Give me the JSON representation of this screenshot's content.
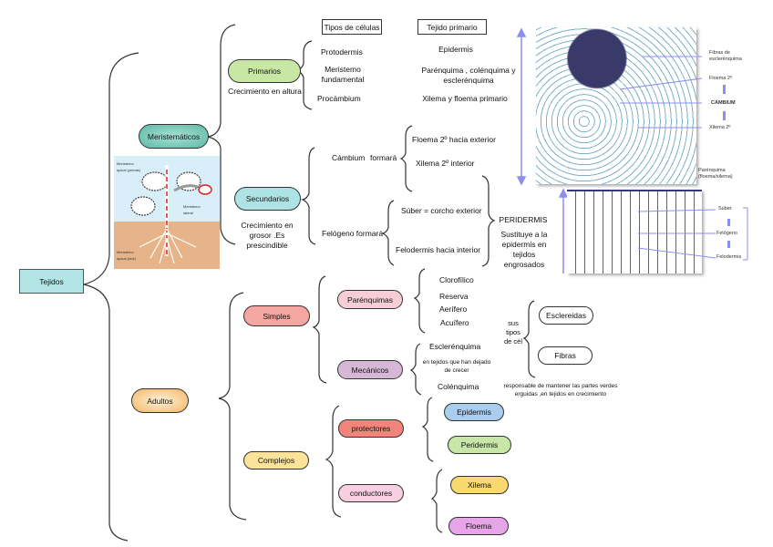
{
  "root": {
    "label": "Tejidos"
  },
  "meristematicos": {
    "label": "Meristemáticos",
    "primarios": {
      "label": "Primarios",
      "note": "Crecimiento en altura",
      "headers": {
        "cell_types": "Tipos de células",
        "primary_tissue": "Tejido primario"
      },
      "rows": [
        {
          "cell": "Protodermis",
          "tissue": "Epidermis"
        },
        {
          "cell": "Meristemo fundamental",
          "tissue": "Parénquima , colénquima y esclerénquima"
        },
        {
          "cell": "Procámbium",
          "tissue": "Xilema y floema primario"
        }
      ]
    },
    "secundarios": {
      "label": "Secundarios",
      "note": "Crecimiento en grosor .Es prescindible",
      "cambium": {
        "label": "Cámbium",
        "verb": "formará",
        "outputs": [
          "Floema 2º hacia exterior",
          "Xilema 2º interior"
        ]
      },
      "felogeno": {
        "label": "Felógeno formará",
        "outputs": [
          "Súber = corcho exterior",
          "Felodermis hacia interior"
        ]
      },
      "peridermis": {
        "title": "PERIDERMIS",
        "desc": "Sustituye a la epidermis en tejidos engrosados"
      }
    },
    "plant_image": {
      "alt": "plant-meristem-diagram",
      "labels": [
        "Meristemo apical (yemas)",
        "Meristemo lateral",
        "Meristemo apical (raíz)"
      ]
    },
    "micrograph_stem": {
      "labels": [
        "Fibras de esclerénquima",
        "Floema 2º",
        "CÁMBIUM",
        "Xilema 2º",
        "Parénquima (floema/xilema)"
      ]
    },
    "micrograph_bark": {
      "labels": [
        "Súber",
        "Felógeno",
        "Felodermis"
      ]
    }
  },
  "adultos": {
    "label": "Adultos",
    "simples": {
      "label": "Simples",
      "parenquimas": {
        "label": "Parénquimas",
        "types": [
          "Clorofílico",
          "Reserva",
          "Aerífero",
          "Acuífero"
        ]
      },
      "mecanicos": {
        "label": "Mecánicos",
        "esclerenquima": "Esclerénquima",
        "esclerenquima_note": "en tejidos que han dejado de crecer",
        "colenquima": "Colénquima",
        "colenquima_note": "responsable de mantener las partes verdes erguidas ,en tejidos en crecimiento",
        "cell_types_label": "sus tipos de cél",
        "cell_types": [
          "Esclereidas",
          "Fibras"
        ]
      }
    },
    "complejos": {
      "label": "Complejos",
      "protectores": {
        "label": "protectores",
        "items": [
          "Epidermis",
          "Peridermis"
        ]
      },
      "conductores": {
        "label": "conductores",
        "items": [
          "Xilema",
          "Floema"
        ]
      }
    }
  },
  "colors": {
    "root": "#b3e5e6",
    "meristematicos": "#6fc3b3",
    "primarios": "#c8e6a4",
    "secundarios": "#aee3e6",
    "adultos": "#f7c27a",
    "simples": "#f4a7a0",
    "parenquimas": "#f7cdd8",
    "mecanicos": "#d6b8d6",
    "complejos": "#fbe39a",
    "protectores": "#f2847a",
    "conductores": "#f7cfe0",
    "epidermis": "#a9cdee",
    "peridermis": "#c7e6a8",
    "xilema": "#f9d870",
    "floema": "#e6a5e6",
    "arrow": "#8e8ef0"
  }
}
